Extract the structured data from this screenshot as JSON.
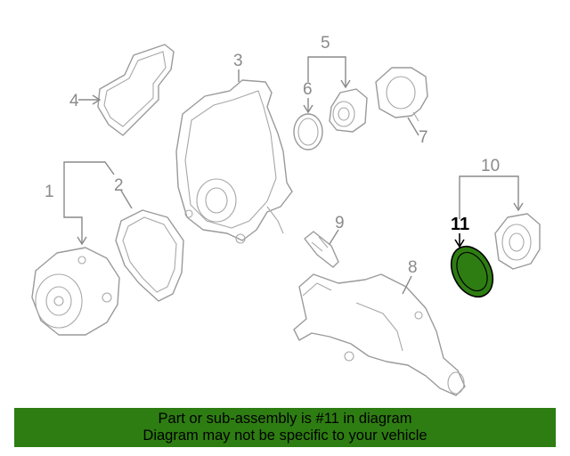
{
  "callouts": {
    "c1": "1",
    "c2": "2",
    "c3": "3",
    "c4": "4",
    "c5": "5",
    "c6": "6",
    "c7": "7",
    "c8": "8",
    "c9": "9",
    "c10": "10",
    "c11": "11"
  },
  "highlighted_part": "11",
  "colors": {
    "highlight_fill": "#2e7d12",
    "banner_bg": "#2e7d12",
    "line_gray": "#9a9a9a"
  },
  "banner": {
    "line1": "Part or sub-assembly is #11 in diagram",
    "line2": "Diagram may not be specific to your vehicle"
  }
}
